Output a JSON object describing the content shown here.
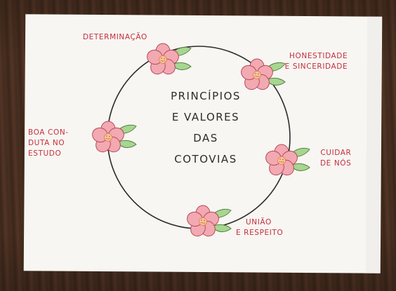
{
  "center_title": {
    "line1": "PRINCÍPIOS",
    "line2": "E VALORES",
    "line3": "DAS",
    "line4": "COTOVIAS"
  },
  "values": [
    {
      "line1": "DETERMINAÇÃO"
    },
    {
      "line1": "HONESTIDADE",
      "line2": "E SINCERIDADE"
    },
    {
      "line1": "CUIDAR",
      "line2": "DE NÓS"
    },
    {
      "line1": "UNIÃO",
      "line2": "E RESPEITO"
    },
    {
      "line1": "BOA CON-",
      "line2": "DUTA NO",
      "line3": "ESTUDO"
    }
  ],
  "colors": {
    "label_red": "#c42f3e",
    "petal_pink": "#f0a6ae",
    "leaf_green": "#9fd08a",
    "circle_line": "#2b2b2b",
    "paper": "#f7f6f2"
  }
}
